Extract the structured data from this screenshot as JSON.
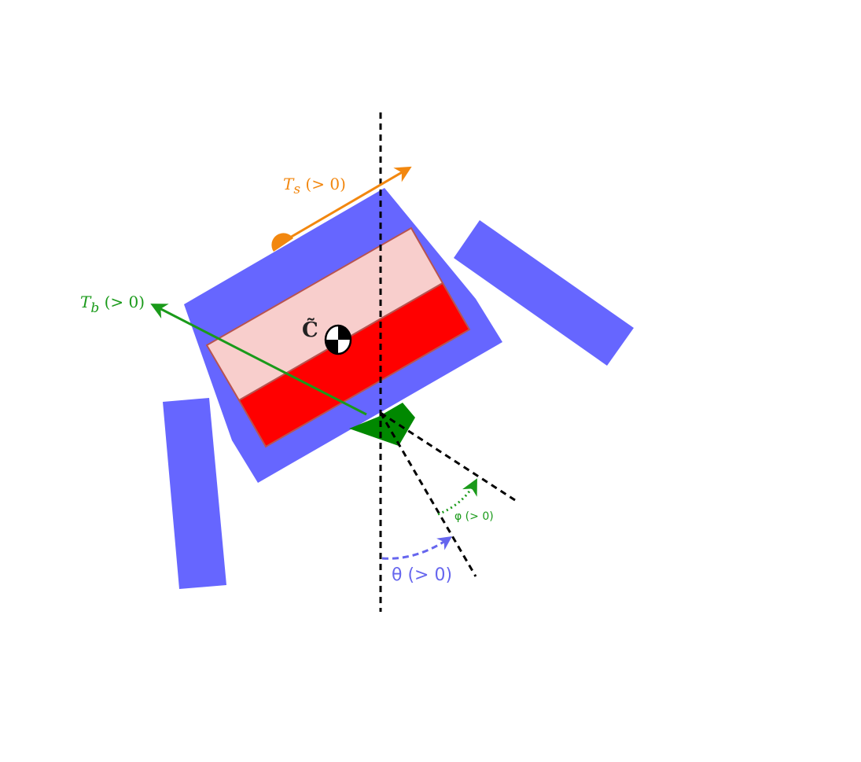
{
  "labels": {
    "com": "C̃",
    "ts_symbol": "T",
    "ts_subscript": "s",
    "ts_condition": " (> 0)",
    "tb_symbol": "T",
    "tb_subscript": "b",
    "tb_condition": " (> 0)",
    "theta": "θ (> 0)",
    "phi": "φ (> 0)"
  },
  "colors": {
    "body_blue": "#6666ff",
    "tray_pink": "#f8cecc",
    "tray_red": "#ff0000",
    "tray_border": "#b85450",
    "wheel_green": "#008800",
    "thrust_orange": "#f2870f",
    "thrust_green": "#1a9a1a",
    "theta_blue": "#6666ee",
    "reference_black": "#000000"
  },
  "icons": {
    "center_of_mass": "center-of-mass-icon"
  }
}
